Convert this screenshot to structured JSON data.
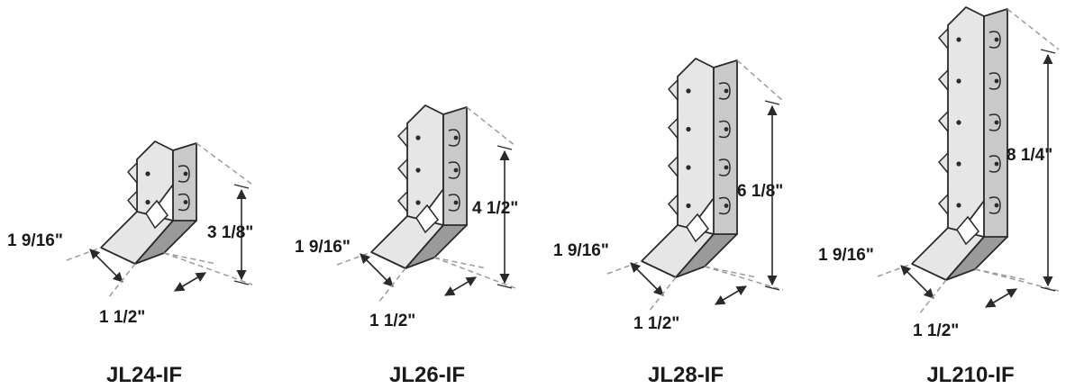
{
  "colors": {
    "metal_light": "#e6e6e6",
    "metal_mid": "#c9c9c9",
    "metal_dark": "#9a9a9a",
    "outline": "#2a2a2a",
    "dashed": "#9b9b9b",
    "text": "#1a1a1a"
  },
  "hangers": [
    {
      "model": "JL24-IF",
      "height_label": "3 1/8\"",
      "depth_label": "1 9/16\"",
      "width_label": "1 1/2\"",
      "slots": 2
    },
    {
      "model": "JL26-IF",
      "height_label": "4 1/2\"",
      "depth_label": "1 9/16\"",
      "width_label": "1 1/2\"",
      "slots": 3
    },
    {
      "model": "JL28-IF",
      "height_label": "6 1/8\"",
      "depth_label": "1 9/16\"",
      "width_label": "1 1/2\"",
      "slots": 4
    },
    {
      "model": "JL210-IF",
      "height_label": "8 1/4\"",
      "depth_label": "1 9/16\"",
      "width_label": "1 1/2\"",
      "slots": 5
    }
  ]
}
